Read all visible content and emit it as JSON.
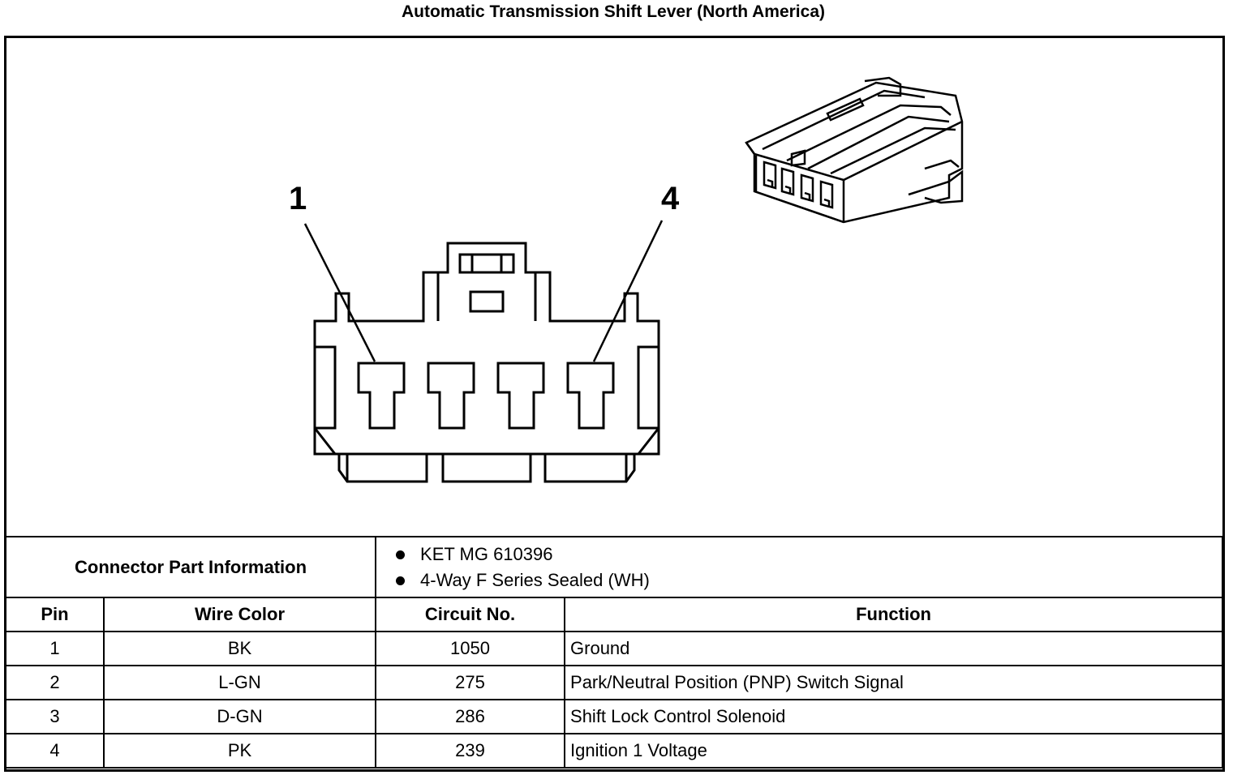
{
  "title": "Automatic Transmission Shift Lever (North America)",
  "diagram": {
    "callout_pin_first": "1",
    "callout_pin_last": "4"
  },
  "connector_info": {
    "label": "Connector Part Information",
    "items": [
      "KET MG 610396",
      "4-Way F Series Sealed (WH)"
    ]
  },
  "table": {
    "headers": [
      "Pin",
      "Wire Color",
      "Circuit No.",
      "Function"
    ],
    "rows": [
      {
        "pin": "1",
        "wire_color": "BK",
        "circuit": "1050",
        "function": "Ground"
      },
      {
        "pin": "2",
        "wire_color": "L-GN",
        "circuit": "275",
        "function": "Park/Neutral Position (PNP) Switch Signal"
      },
      {
        "pin": "3",
        "wire_color": "D-GN",
        "circuit": "286",
        "function": "Shift Lock Control Solenoid"
      },
      {
        "pin": "4",
        "wire_color": "PK",
        "circuit": "239",
        "function": "Ignition 1 Voltage"
      }
    ]
  }
}
